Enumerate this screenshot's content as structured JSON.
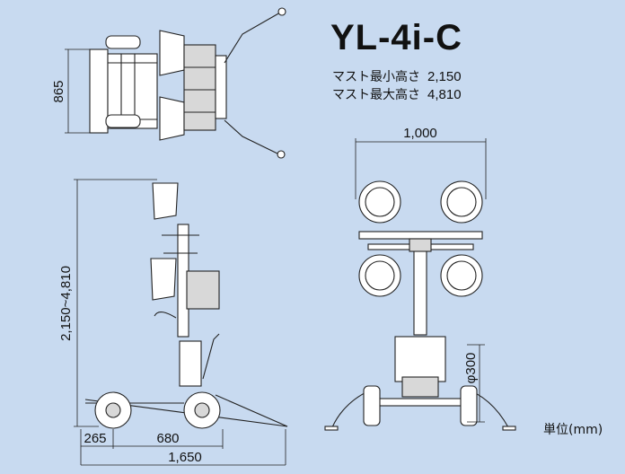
{
  "model_name": "YL-4i-C",
  "specs": [
    {
      "label": "マスト最小高さ",
      "value": "2,150"
    },
    {
      "label": "マスト最大高さ",
      "value": "4,810"
    }
  ],
  "dimensions": {
    "top_width": "865",
    "height_range": "2,150~4,810",
    "wheel_offset": "265",
    "wheelbase": "680",
    "total_length": "1,650",
    "front_width": "1,000",
    "wheel_diameter": "φ300"
  },
  "unit_label": "単位(mm)"
}
